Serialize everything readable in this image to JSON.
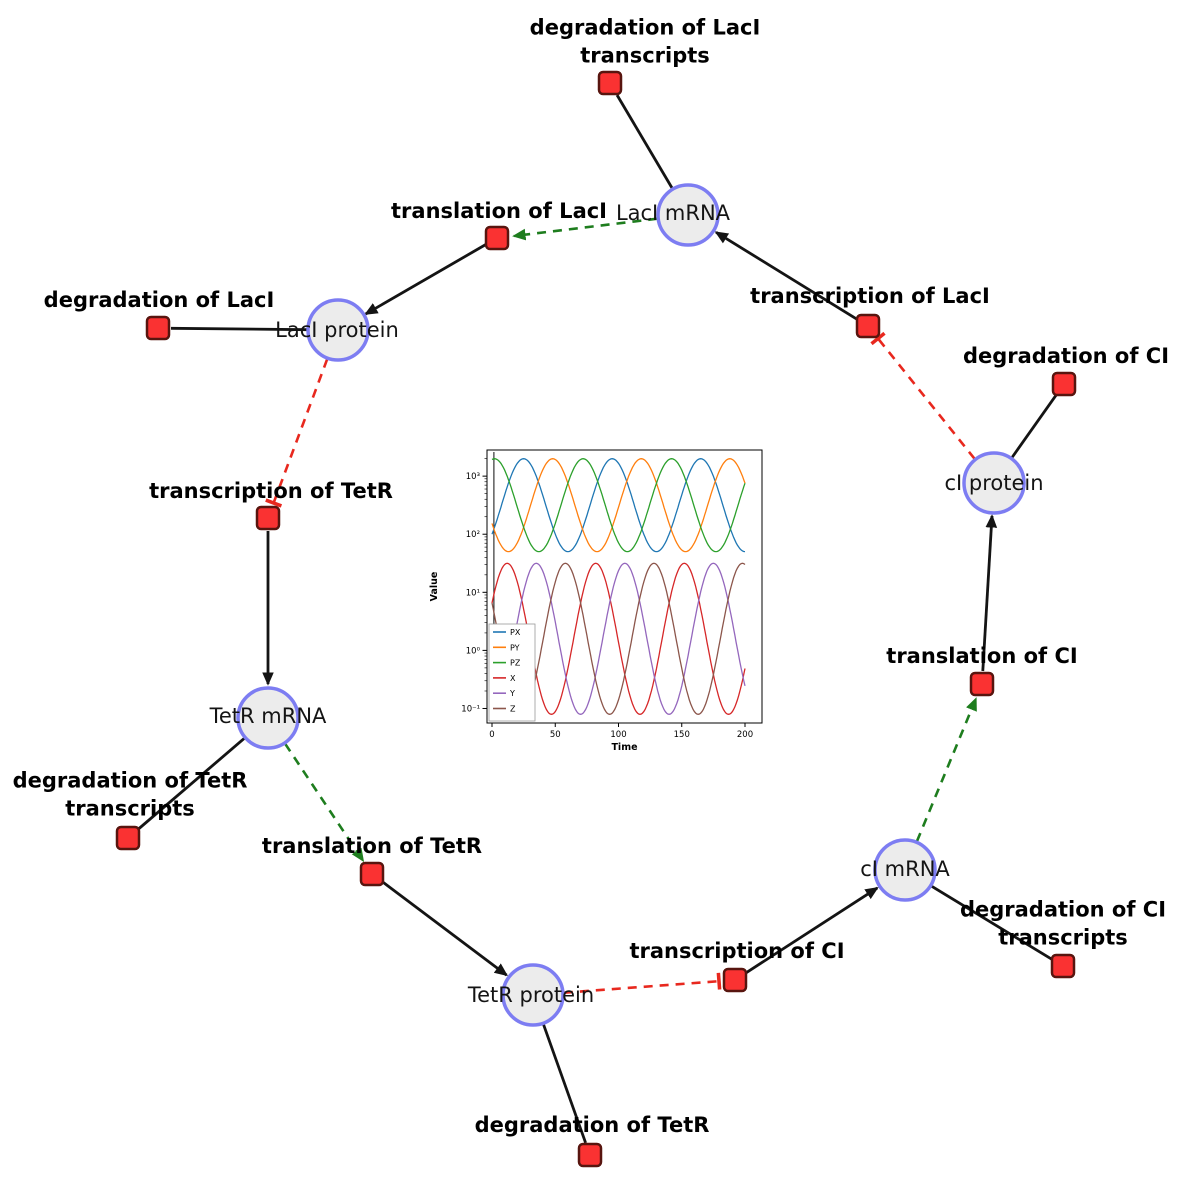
{
  "diagram": {
    "species": [
      {
        "id": "laci-mrna",
        "label": "LacI mRNA"
      },
      {
        "id": "laci-protein",
        "label": "LacI protein"
      },
      {
        "id": "tetr-mrna",
        "label": "TetR mRNA"
      },
      {
        "id": "tetr-protein",
        "label": "TetR protein"
      },
      {
        "id": "ci-mrna",
        "label": "cI mRNA"
      },
      {
        "id": "ci-protein",
        "label": "cI protein"
      }
    ],
    "reactions": [
      {
        "id": "degradation-laci-transcripts",
        "label": "degradation of LacI transcripts",
        "line1": "degradation of LacI",
        "line2": "transcripts"
      },
      {
        "id": "translation-laci",
        "label": "translation of LacI"
      },
      {
        "id": "transcription-laci",
        "label": "transcription of LacI"
      },
      {
        "id": "degradation-laci",
        "label": "degradation of LacI"
      },
      {
        "id": "degradation-ci",
        "label": "degradation of CI"
      },
      {
        "id": "transcription-tetr",
        "label": "transcription of TetR"
      },
      {
        "id": "translation-ci",
        "label": "translation of CI"
      },
      {
        "id": "degradation-tetr-transcripts",
        "label": "degradation of TetR transcripts",
        "line1": "degradation of TetR",
        "line2": "transcripts"
      },
      {
        "id": "translation-tetr",
        "label": "translation of TetR"
      },
      {
        "id": "degradation-ci-transcripts",
        "label": "degradation of CI transcripts",
        "line1": "degradation of CI",
        "line2": "transcripts"
      },
      {
        "id": "transcription-ci",
        "label": "transcription of CI"
      },
      {
        "id": "degradation-tetr",
        "label": "degradation of TetR"
      }
    ],
    "edge_colors": {
      "reaction": "#141414",
      "activation": "#1e7d1e",
      "inhibition": "#e8281e"
    },
    "node_colors": {
      "species_fill": "#ececec",
      "species_stroke": "#7d7df2",
      "reaction_fill": "#fa3232",
      "reaction_stroke": "#58150f"
    }
  },
  "chart_data": {
    "type": "line",
    "title": "",
    "xlabel": "Time",
    "ylabel": "Value",
    "x_range": [
      0,
      200
    ],
    "x_ticks": [
      0,
      50,
      100,
      150,
      200
    ],
    "y_scale": "log",
    "y_tick_log10": [
      -1,
      0,
      1,
      2,
      3
    ],
    "y_tick_labels": [
      "10⁻¹",
      "10⁰",
      "10¹",
      "10²",
      "10³"
    ],
    "y_range_log10": [
      -1.25,
      3.45
    ],
    "grid": false,
    "legend_position": "lower left",
    "startup_spike_at_t": 1.5,
    "waveform": "log10(value) = log10_center + log10_amplitude * cos(2*pi*(t - peak_time)/period)",
    "series": [
      {
        "name": "PX",
        "color": "#1f77b4",
        "log10_center": 2.5,
        "log10_amplitude": 0.8,
        "period": 70,
        "peak_time": 25
      },
      {
        "name": "PY",
        "color": "#ff7f0e",
        "log10_center": 2.5,
        "log10_amplitude": 0.8,
        "period": 70,
        "peak_time": 48
      },
      {
        "name": "PZ",
        "color": "#2ca02c",
        "log10_center": 2.5,
        "log10_amplitude": 0.8,
        "period": 70,
        "peak_time": 72
      },
      {
        "name": "X",
        "color": "#d62728",
        "log10_center": 0.2,
        "log10_amplitude": 1.3,
        "period": 70,
        "peak_time": 12
      },
      {
        "name": "Y",
        "color": "#9467bd",
        "log10_center": 0.2,
        "log10_amplitude": 1.3,
        "period": 70,
        "peak_time": 35
      },
      {
        "name": "Z",
        "color": "#8c564b",
        "log10_center": 0.2,
        "log10_amplitude": 1.3,
        "period": 70,
        "peak_time": 58
      }
    ]
  }
}
